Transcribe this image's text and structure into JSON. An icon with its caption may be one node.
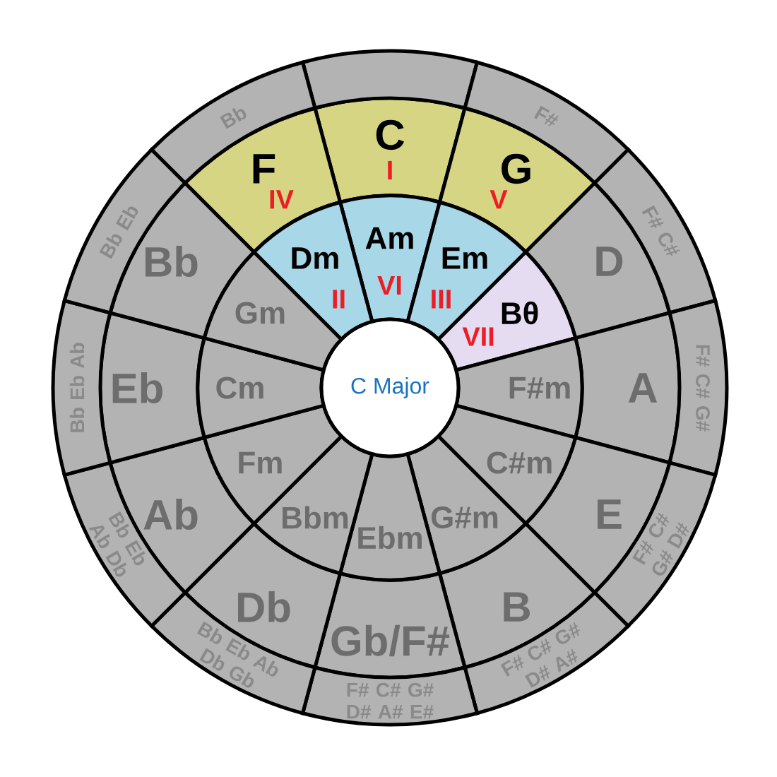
{
  "diagram": {
    "nodes": [
      {
        "text": [
          "C Major"
        ]
      },
      {
        "text": [
          "C",
          "I"
        ]
      },
      {
        "text": [
          "G",
          "V"
        ]
      },
      {
        "text": [
          "D"
        ]
      },
      {
        "text": [
          "A"
        ]
      },
      {
        "text": [
          "E"
        ]
      },
      {
        "text": [
          "B"
        ]
      },
      {
        "text": [
          "Gb/F#"
        ]
      },
      {
        "text": [
          "Db"
        ]
      },
      {
        "text": [
          "Ab"
        ]
      },
      {
        "text": [
          "Eb"
        ]
      },
      {
        "text": [
          "Bb"
        ]
      },
      {
        "text": [
          "F",
          "IV"
        ]
      },
      {
        "text": [
          "Am",
          "VI"
        ]
      },
      {
        "text": [
          "Em",
          "III"
        ]
      },
      {
        "text": [
          "Bθ",
          "VII"
        ]
      },
      {
        "text": [
          "F#m"
        ]
      },
      {
        "text": [
          "C#m"
        ]
      },
      {
        "text": [
          "G#m"
        ]
      },
      {
        "text": [
          "Ebm"
        ]
      },
      {
        "text": [
          "Bbm"
        ]
      },
      {
        "text": [
          "Fm"
        ]
      },
      {
        "text": [
          "Cm"
        ]
      },
      {
        "text": [
          "Gm"
        ]
      },
      {
        "text": [
          "Dm",
          "II"
        ]
      },
      {
        "text": [],
        "shape": "band"
      },
      {
        "text": [
          "F#"
        ]
      },
      {
        "text": [
          "F# C#"
        ]
      },
      {
        "text": [
          "F# C# G#"
        ]
      },
      {
        "text": [
          "F# C# G# D#"
        ]
      },
      {
        "text": [
          "F# C# G# D# A#"
        ]
      },
      {
        "text": [
          "F# C# G# D# A# E#"
        ]
      },
      {
        "text": [
          "Bb Eb Ab Db Gb"
        ]
      },
      {
        "text": [
          "Bb Eb Ab Db"
        ]
      },
      {
        "text": [
          "Bb Eb Ab"
        ]
      },
      {
        "text": [
          "Bb Eb"
        ]
      },
      {
        "text": [
          "Bb"
        ]
      }
    ]
  }
}
